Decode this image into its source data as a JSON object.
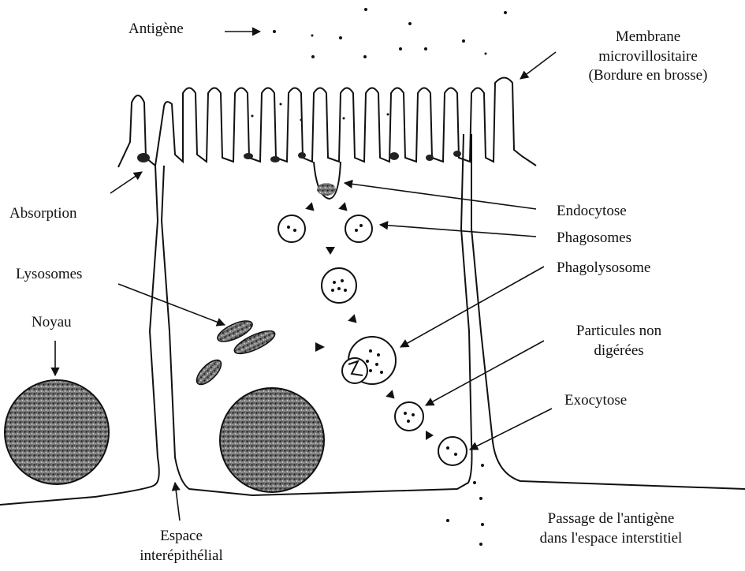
{
  "diagram": {
    "labels": {
      "antigene": "Antigène",
      "membrane": [
        "Membrane",
        "microvillositaire",
        "(Bordure en brosse)"
      ],
      "absorption": "Absorption",
      "lysosomes": "Lysosomes",
      "noyau": "Noyau",
      "endocytose": "Endocytose",
      "phagosomes": "Phagosomes",
      "phagolysosome": "Phagolysosome",
      "particules": [
        "Particules non",
        "digérées"
      ],
      "exocytose": "Exocytose",
      "passage": [
        "Passage de l'antigène",
        "dans l'espace interstitiel"
      ],
      "espace": [
        "Espace",
        "interépithélial"
      ]
    }
  }
}
